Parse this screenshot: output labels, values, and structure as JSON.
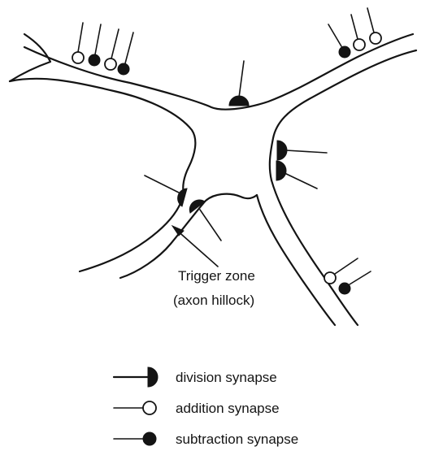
{
  "annotation": {
    "line1": "Trigger zone",
    "line2": "(axon hillock)"
  },
  "legend": [
    {
      "symbol": "half-disc",
      "label": "division synapse"
    },
    {
      "symbol": "open-circle",
      "label": "addition synapse"
    },
    {
      "symbol": "filled-circle",
      "label": "subtraction synapse"
    }
  ]
}
